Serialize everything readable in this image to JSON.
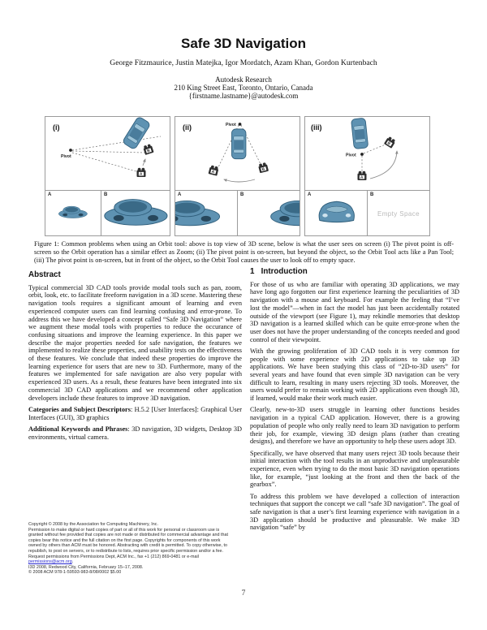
{
  "paper": {
    "title": "Safe 3D Navigation",
    "authors": "George Fitzmaurice, Justin Matejka, Igor Mordatch, Azam Khan, Gordon Kurtenbach",
    "affiliation": "Autodesk Research",
    "address": "210 King Street East, Toronto, Ontario, Canada",
    "email": "{firstname.lastname}@autodesk.com"
  },
  "figure": {
    "labels": {
      "a": "A",
      "b": "B",
      "pivot": "Pivot"
    },
    "panels": [
      {
        "label": "(i)"
      },
      {
        "label": "(ii)"
      },
      {
        "label": "(iii)"
      }
    ],
    "empty_space": "Empty Space",
    "caption": "Figure 1: Common problems when using an Orbit tool: above is top view of 3D scene, below is what the user sees on screen (i) The pivot point is off-screen so the Orbit operation has a similar effect as Zoom; (ii) The pivot point is on-screen, but beyond the object, so the Orbit Tool acts like a Pan Tool; (iii) The pivot point is on-screen, but in front of the object, so the Orbit Tool causes the user to look off to empty space."
  },
  "abstract": {
    "heading": "Abstract",
    "p1": "Typical commercial 3D CAD tools provide modal tools such as pan, zoom, orbit, look, etc. to facilitate freeform navigation in a 3D scene. Mastering these navigation tools requires a significant amount of learning and even experienced computer users can find learning confusing and error-prone. To address this we have developed a concept called “Safe 3D Navigation” where we augment these modal tools with properties to reduce the occurance of confusing situations and improve the learning experience. In this paper we describe the major properties needed for safe navigation, the features we implemented to realize these properties, and usability tests on the effectiveness of these features. We conclude that indeed these properties do improve the learning experience for users that are new to 3D. Furthermore, many of the features we implemented for safe navigation are also very popular with experienced 3D users. As a result, these features have been integrated into six commercial 3D CAD applications and we recommend other application developers include these features to improve 3D navigation.",
    "categories_label": "Categories and Subject Descriptors",
    "categories_text": ": H.5.2 [User Interfaces]: Graphical User Interfaces (GUI), 3D graphics",
    "keywords_label": "Additional Keywords and Phrases",
    "keywords_text": ": 3D navigation, 3D widgets, Desktop 3D environments, virtual camera."
  },
  "introduction": {
    "heading": "1   Introduction",
    "p1": "For those of us who are familiar with operating 3D applications, we may have long ago forgotten our first experience learning the peculiarities of 3D navigation with a mouse and keyboard. For example the feeling that “I’ve lost the model”—when in fact the model has just been accidentally rotated outside of the viewport (see Figure 1), may rekindle memories that desktop 3D navigation is a learned skilled which can be quite error-prone when the user does not have the proper understanding of the concepts needed and good control of their viewpoint.",
    "p2": "With the growing proliferation of 3D CAD tools it is very common for people with some experience with 2D applications to take up 3D applications. We have been studying this class of “2D-to-3D users” for several years and have found that even simple 3D navigation can be very difficult to learn, resulting in many users rejecting 3D tools. Moreover, the users would prefer to remain working with 2D applications even though 3D, if learned, would make their work much easier.",
    "p3": "Clearly, new-to-3D users struggle in learning other functions besides navigation in a typical CAD application. However, there is a growing population of people who only really need to learn 3D navigation to perform their job, for example, viewing 3D design plans (rather than creating designs), and therefore we have an opportunity to help these users adopt 3D.",
    "p4": "Specifically, we have observed that many users reject 3D tools because their initial interaction with the tool results in an unproductive and unpleasurable experience, even when trying to do the most basic 3D navigation operations like, for example, “just looking at the front and then the back of the gearbox”.",
    "p5": "To address this problem we have developed a collection of interaction techniques that support the concept we call “safe 3D navigation”. The goal of safe navigation is that a user’s first learning experience with navigation in a 3D application should be productive and pleasurable. We make 3D navigation “safe” by"
  },
  "copyright": {
    "line1": "Copyright © 2008 by the Association for Computing Machinery, Inc.",
    "body": "Permission to make digital or hard copies of part or all of this work for personal or classroom use is granted without fee provided that copies are not made or distributed for commercial advantage and that copies bear this notice and the full citation on the first page. Copyrights for components of this work owned by others than ACM must be honored. Abstracting with credit is permitted. To copy otherwise, to republish, to post on servers, or to redistribute to lists, requires prior specific permission and/or a fee. Request permissions from Permissions Dept, ACM Inc., fax +1 (212) 869-0481 or e-mail",
    "email_link": "permissions@acm.org",
    "period": ".",
    "line3": "I3D 2008, Redwood City, California, February 15–17, 2008.",
    "line4": "© 2008 ACM 978-1-59593-983-8/08/0002 $5.00"
  },
  "page_number": "7",
  "colors": {
    "car_body": "#5e92b2",
    "car_dark": "#2e5d7a",
    "car_glass": "#9cc3d8",
    "link": "#2a2ad0",
    "empty_space_text": "#b9b9b9"
  }
}
